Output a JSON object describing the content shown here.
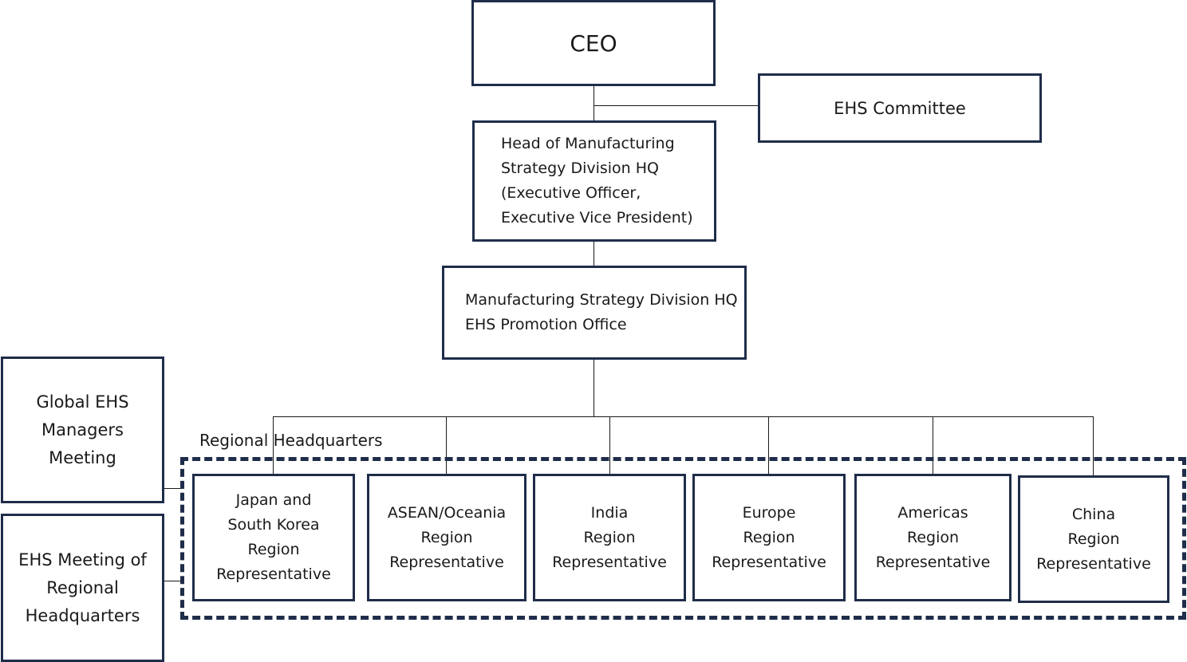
{
  "ceo": {
    "label": "CEO"
  },
  "committee": {
    "label": "EHS Committee"
  },
  "head": {
    "lines": [
      "Head of Manufacturing",
      "Strategy Division HQ",
      "(Executive Officer,",
      "Executive Vice President)"
    ]
  },
  "office": {
    "lines": [
      "Manufacturing Strategy Division HQ",
      "EHS Promotion Office"
    ]
  },
  "regional_hq": {
    "label": "Regional Headquarters"
  },
  "global_meeting": {
    "lines": [
      "Global EHS",
      "Managers",
      "Meeting"
    ]
  },
  "regional_meeting": {
    "lines": [
      "EHS Meeting of",
      "Regional",
      "Headquarters"
    ]
  },
  "regions": [
    {
      "lines": [
        "Japan and",
        "South Korea",
        "Region",
        "Representative"
      ]
    },
    {
      "lines": [
        "ASEAN/Oceania",
        "Region",
        "Representative"
      ]
    },
    {
      "lines": [
        "India",
        "Region",
        "Representative"
      ]
    },
    {
      "lines": [
        "Europe",
        "Region",
        "Representative"
      ]
    },
    {
      "lines": [
        "Americas",
        "Region",
        "Representative"
      ]
    },
    {
      "lines": [
        "China",
        "Region",
        "Representative"
      ]
    }
  ],
  "colors": {
    "border": "#1f2d4a",
    "line": "#1a1a1a"
  }
}
